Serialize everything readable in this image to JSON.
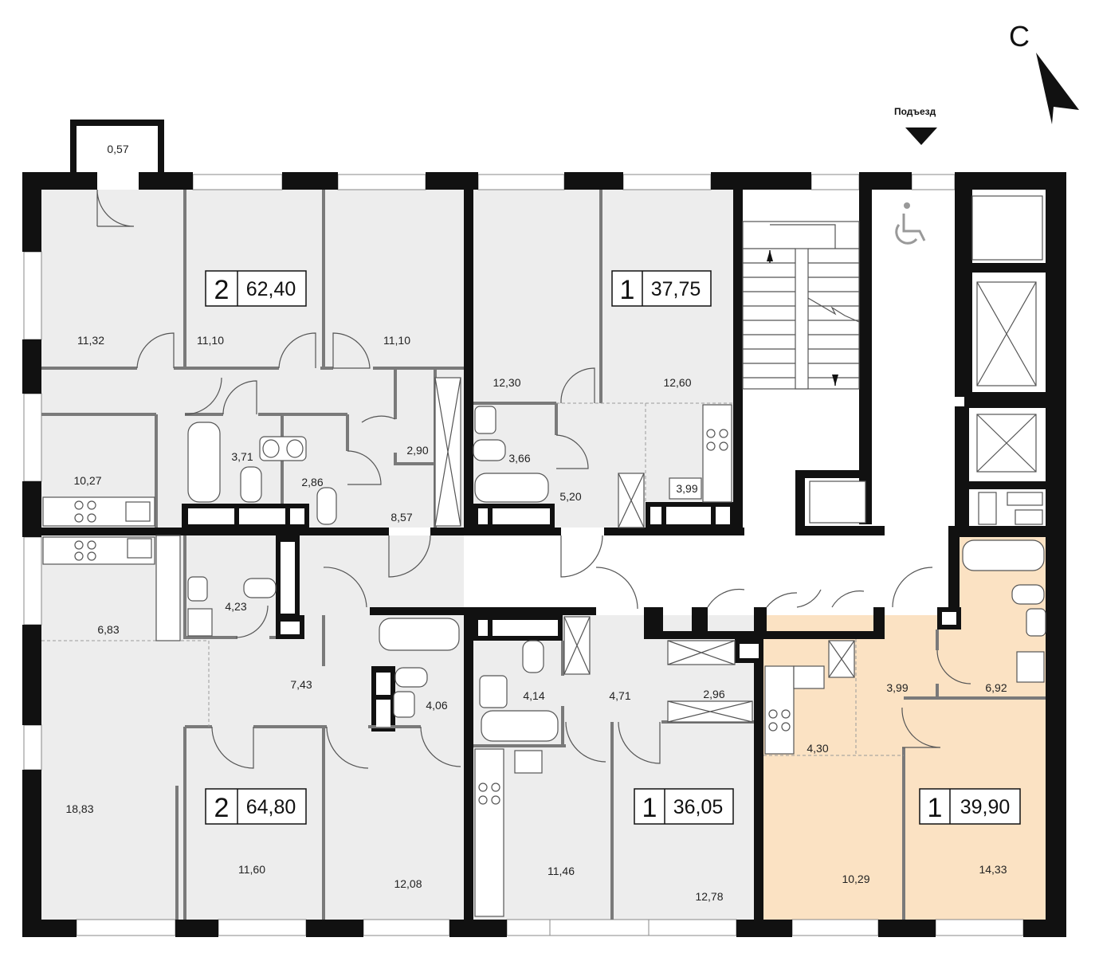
{
  "north": {
    "letter": "С"
  },
  "entrance": {
    "label": "Подъезд"
  },
  "colors": {
    "apartment_fill": "#ededed",
    "highlight_fill": "#fbe2c3",
    "corridor_fill": "#ffffff",
    "wall": "#111111"
  },
  "apartments": [
    {
      "rooms": "2",
      "area": "62,40",
      "highlighted": false
    },
    {
      "rooms": "1",
      "area": "37,75",
      "highlighted": false
    },
    {
      "rooms": "2",
      "area": "64,80",
      "highlighted": false
    },
    {
      "rooms": "1",
      "area": "36,05",
      "highlighted": false
    },
    {
      "rooms": "1",
      "area": "39,90",
      "highlighted": true
    }
  ],
  "room_areas": [
    "0,57",
    "11,32",
    "11,10",
    "11,10",
    "12,30",
    "12,60",
    "3,71",
    "2,86",
    "2,90",
    "3,66",
    "10,27",
    "5,20",
    "3,99",
    "8,57",
    "4,23",
    "6,83",
    "7,43",
    "4,06",
    "4,14",
    "4,71",
    "2,96",
    "3,99",
    "6,92",
    "4,30",
    "18,83",
    "11,60",
    "12,08",
    "11,46",
    "12,78",
    "10,29",
    "14,33"
  ]
}
